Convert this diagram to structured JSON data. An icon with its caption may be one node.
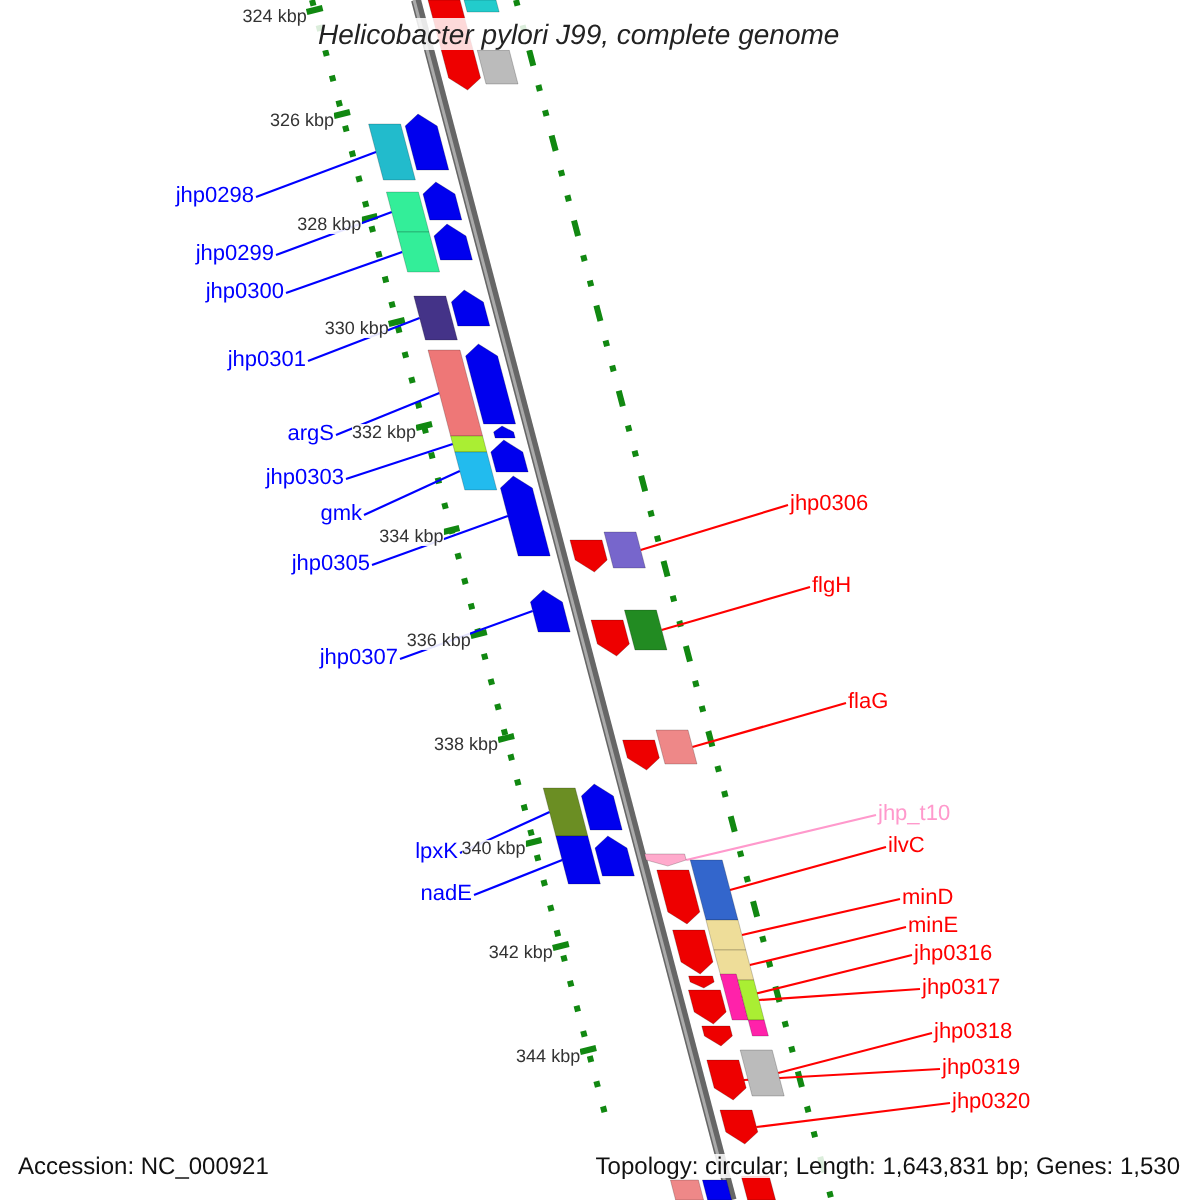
{
  "diagram": {
    "title": "Helicobacter pylori J99, complete genome",
    "nodes": [
      {
        "text": [
          "jhp0298"
        ]
      },
      {
        "text": [
          "jhp0299"
        ]
      },
      {
        "text": [
          "jhp0300"
        ]
      },
      {
        "text": [
          "jhp0301"
        ]
      },
      {
        "text": [
          "argS"
        ]
      },
      {
        "text": [
          "jhp0303"
        ]
      },
      {
        "text": [
          "gmk"
        ]
      },
      {
        "text": [
          "jhp0305"
        ]
      },
      {
        "text": [
          "jhp0307"
        ]
      },
      {
        "text": [
          "lpxK"
        ]
      },
      {
        "text": [
          "nadE"
        ]
      },
      {
        "text": [
          "jhp0306"
        ]
      },
      {
        "text": [
          "flgH"
        ]
      },
      {
        "text": [
          "flaG"
        ]
      },
      {
        "text": [
          "jhp_t10"
        ]
      },
      {
        "text": [
          "ilvC"
        ]
      },
      {
        "text": [
          "minD"
        ]
      },
      {
        "text": [
          "minE"
        ]
      },
      {
        "text": [
          "jhp0316"
        ]
      },
      {
        "text": [
          "jhp0317"
        ]
      },
      {
        "text": [
          "jhp0318"
        ]
      },
      {
        "text": [
          "jhp0319"
        ]
      },
      {
        "text": [
          "jhp0320"
        ]
      },
      {
        "text": [],
        "shape": "bar"
      },
      {
        "text": [],
        "shape": "bar"
      },
      {
        "text": [],
        "shape": "bar"
      },
      {
        "text": [],
        "shape": "bar"
      },
      {
        "text": [],
        "shape": "bar"
      },
      {
        "text": [],
        "shape": "bar"
      },
      {
        "text": [],
        "shape": "bar"
      },
      {
        "text": [],
        "shape": "bar"
      },
      {
        "text": [],
        "shape": "bar"
      },
      {
        "text": [],
        "shape": "bar"
      },
      {
        "text": [],
        "shape": "bar"
      },
      {
        "text": [],
        "shape": "bar"
      },
      {
        "text": [],
        "shape": "bar"
      },
      {
        "text": [],
        "shape": "bar"
      },
      {
        "text": [],
        "shape": "bar"
      },
      {
        "text": [],
        "shape": "bar"
      },
      {
        "text": [],
        "shape": "bar"
      },
      {
        "text": [],
        "shape": "bar"
      },
      {
        "text": [],
        "shape": "bar"
      },
      {
        "text": [],
        "shape": "bar"
      },
      {
        "text": [],
        "shape": "bar"
      },
      {
        "text": [],
        "shape": "bar"
      },
      {
        "text": [],
        "shape": "bar"
      },
      {
        "text": [],
        "shape": "bar"
      },
      {
        "text": [],
        "shape": "bar"
      },
      {
        "text": [],
        "shape": "bar"
      },
      {
        "text": [],
        "shape": "bar"
      },
      {
        "text": [],
        "shape": "bar"
      },
      {
        "text": [],
        "shape": "bar"
      },
      {
        "text": [],
        "shape": "bar"
      },
      {
        "text": [],
        "shape": "bar"
      },
      {
        "text": [],
        "shape": "bar"
      },
      {
        "text": [],
        "shape": "bar"
      },
      {
        "text": [],
        "shape": "bar"
      },
      {
        "text": [],
        "shape": "bar"
      },
      {
        "text": [],
        "shape": "bar"
      },
      {
        "text": [],
        "shape": "bar"
      },
      {
        "text": [],
        "shape": "bar"
      },
      {
        "text": [],
        "shape": "bar"
      },
      {
        "text": [],
        "shape": "bar"
      },
      {
        "text": [],
        "shape": "bar"
      },
      {
        "text": [],
        "shape": "bar"
      },
      {
        "text": [],
        "shape": "bar"
      },
      {
        "text": [],
        "shape": "bar"
      },
      {
        "text": [],
        "shape": "bar"
      },
      {
        "text": [],
        "shape": "bar"
      },
      {
        "text": [],
        "shape": "bar"
      }
    ],
    "edges": [
      {
        "from": 0,
        "to": 23,
        "arrow": "none",
        "color": "#0000ff"
      },
      {
        "from": 1,
        "to": 24,
        "arrow": "none",
        "color": "#0000ff"
      },
      {
        "from": 2,
        "to": 25,
        "arrow": "none",
        "color": "#0000ff"
      },
      {
        "from": 3,
        "to": 26,
        "arrow": "none",
        "color": "#0000ff"
      },
      {
        "from": 4,
        "to": 27,
        "arrow": "none",
        "color": "#0000ff"
      },
      {
        "from": 5,
        "to": 28,
        "arrow": "none",
        "color": "#0000ff"
      },
      {
        "from": 6,
        "to": 29,
        "arrow": "none",
        "color": "#0000ff"
      },
      {
        "from": 7,
        "to": 30,
        "arrow": "none",
        "color": "#0000ff"
      },
      {
        "from": 8,
        "to": 31,
        "arrow": "none",
        "color": "#0000ff"
      },
      {
        "from": 9,
        "to": 32,
        "arrow": "none",
        "color": "#0000ff"
      },
      {
        "from": 10,
        "to": 33,
        "arrow": "none",
        "color": "#0000ff"
      },
      {
        "from": 11,
        "to": 34,
        "arrow": "none",
        "color": "#ff0000"
      },
      {
        "from": 12,
        "to": 35,
        "arrow": "none",
        "color": "#ff0000"
      },
      {
        "from": 13,
        "to": 36,
        "arrow": "none",
        "color": "#ff0000"
      },
      {
        "from": 14,
        "to": 37,
        "arrow": "none",
        "color": "#ff99cc"
      },
      {
        "from": 15,
        "to": 38,
        "arrow": "none",
        "color": "#ff0000"
      },
      {
        "from": 16,
        "to": 39,
        "arrow": "none",
        "color": "#ff0000"
      },
      {
        "from": 17,
        "to": 40,
        "arrow": "none",
        "color": "#ff0000"
      },
      {
        "from": 18,
        "to": 41,
        "arrow": "none",
        "color": "#ff0000"
      },
      {
        "from": 19,
        "to": 42,
        "arrow": "none",
        "color": "#ff0000"
      },
      {
        "from": 20,
        "to": 43,
        "arrow": "none",
        "color": "#ff0000"
      },
      {
        "from": 21,
        "to": 44,
        "arrow": "none",
        "color": "#ff0000"
      },
      {
        "from": 22,
        "to": 45,
        "arrow": "none",
        "color": "#ff0000"
      }
    ],
    "labels": [
      "324 kbp",
      "326 kbp",
      "328 kbp",
      "330 kbp",
      "332 kbp",
      "334 kbp",
      "336 kbp",
      "338 kbp",
      "340 kbp",
      "342 kbp",
      "344 kbp",
      "Accession: NC_000921",
      "Topology: circular; Length: 1,643,831 bp; Genes: 1,530"
    ]
  }
}
